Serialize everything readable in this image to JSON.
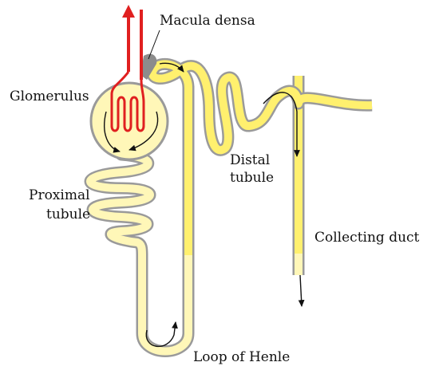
{
  "labels": {
    "macula_densa": "Macula densa",
    "glomerulus": "Glomerulus",
    "proximal_line1": "Proximal",
    "proximal_line2": "tubule",
    "distal_line1": "Distal",
    "distal_line2": "tubule",
    "collecting_duct": "Collecting duct",
    "loop_of_henle": "Loop of Henle"
  },
  "colors": {
    "tubule_fill": "#fff06e",
    "tubule_outline": "#9a9a9a",
    "capsule_fill": "#fff7b8",
    "capillary": "#e02020",
    "macula_densa": "#8c8c8c",
    "flow_arrow": "#111111"
  }
}
